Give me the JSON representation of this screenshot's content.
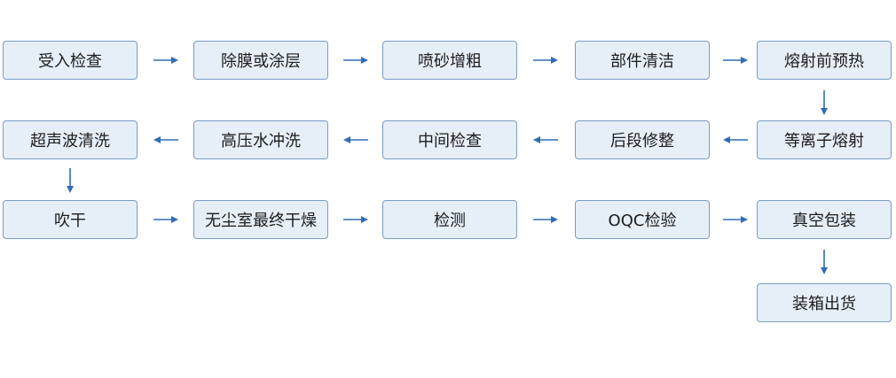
{
  "steps": {
    "s1": "受入检查",
    "s2": "除膜或涂层",
    "s3": "喷砂增粗",
    "s4": "部件清洁",
    "s5": "熔射前预热",
    "s6": "等离子熔射",
    "s7": "后段修整",
    "s8": "中间检查",
    "s9": "高压水冲洗",
    "s10": "超声波清洗",
    "s11": "吹干",
    "s12": "无尘室最终干燥",
    "s13": "检测",
    "s14": "OQC检验",
    "s15": "真空包装",
    "s16": "装箱出货"
  },
  "colors": {
    "box_fill": "#e6eef8",
    "box_border": "#7a9cc6",
    "arrow": "#2f6db5"
  }
}
